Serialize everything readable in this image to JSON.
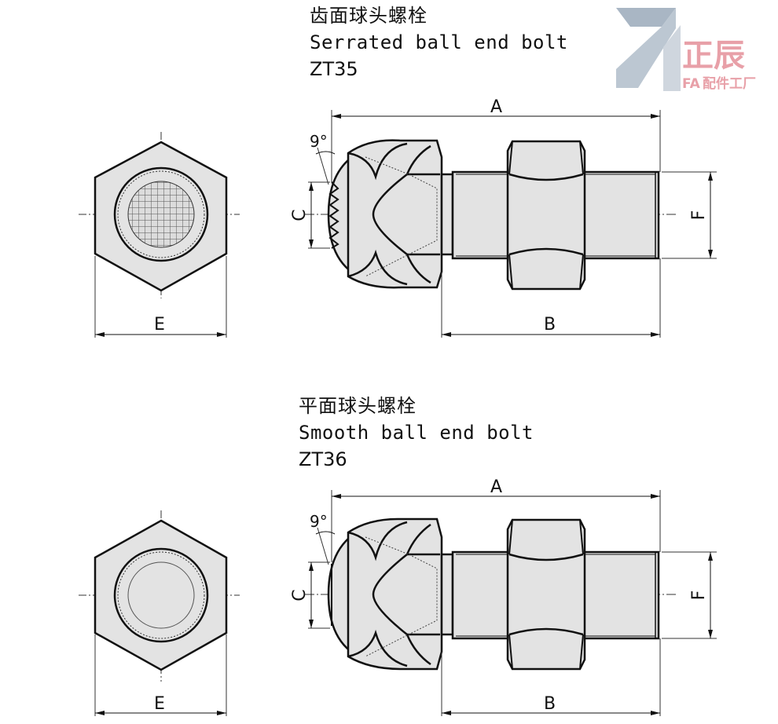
{
  "products": [
    {
      "name_cn": "齿面球头螺栓",
      "name_en": "Serrated ball end bolt",
      "code": "ZT35",
      "angle_label": "9°",
      "dims": {
        "A": "A",
        "B": "B",
        "C": "C",
        "E": "E",
        "F": "F"
      }
    },
    {
      "name_cn": "平面球头螺栓",
      "name_en": "Smooth ball end bolt",
      "code": "ZT36",
      "angle_label": "9°",
      "dims": {
        "A": "A",
        "B": "B",
        "C": "C",
        "E": "E",
        "F": "F"
      }
    }
  ],
  "logo": {
    "cn": "正辰",
    "prefix": "FA",
    "sub": "配件工厂",
    "color": "#e8a0a8",
    "accent": "#a9b6c4"
  },
  "colors": {
    "part_fill": "#e3e3e3",
    "outline": "#111111",
    "line": "#111111"
  }
}
